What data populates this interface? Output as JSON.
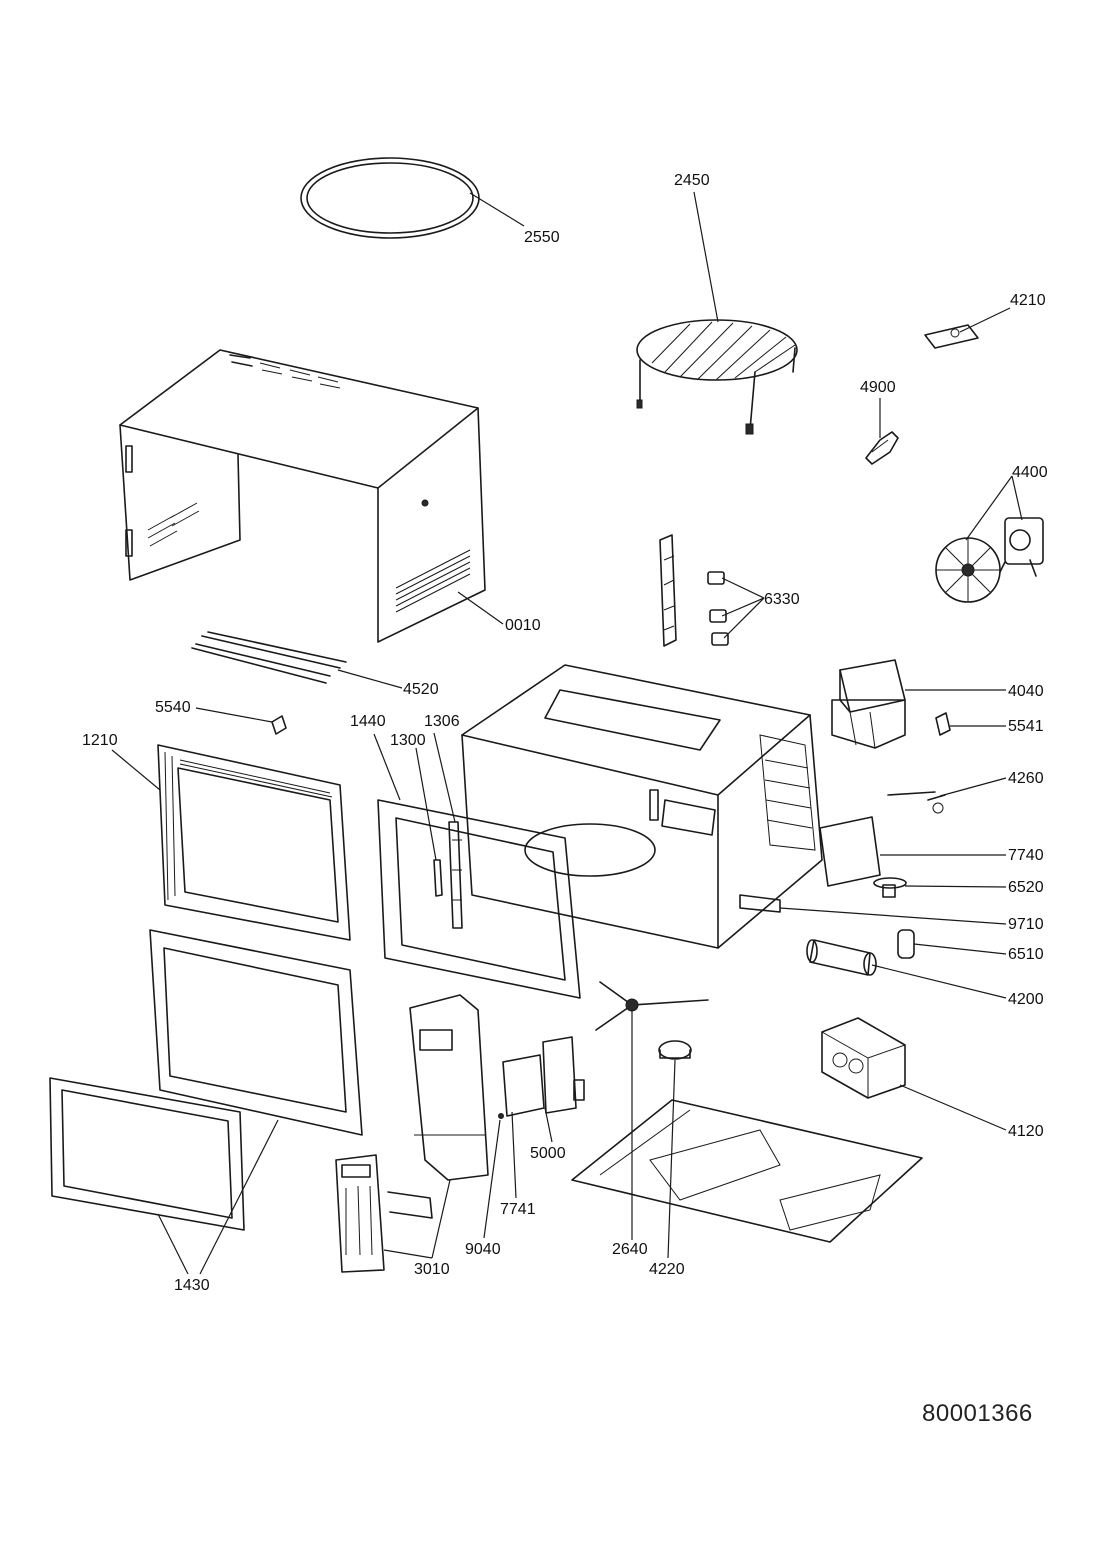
{
  "diagram": {
    "document_number": "80001366",
    "labels": {
      "p2550": "2550",
      "p2450": "2450",
      "p4210": "4210",
      "p4900": "4900",
      "p4400": "4400",
      "p0010": "0010",
      "p6330": "6330",
      "p4520": "4520",
      "p4040": "4040",
      "p5540": "5540",
      "p1440": "1440",
      "p1306": "1306",
      "p1300": "1300",
      "p1210": "1210",
      "p5541": "5541",
      "p4260": "4260",
      "p7740": "7740",
      "p6520": "6520",
      "p9710": "9710",
      "p6510": "6510",
      "p4200": "4200",
      "p4120": "4120",
      "p5000": "5000",
      "p7741": "7741",
      "p9040": "9040",
      "p2640": "2640",
      "p4220": "4220",
      "p3010": "3010",
      "p1430": "1430"
    }
  }
}
